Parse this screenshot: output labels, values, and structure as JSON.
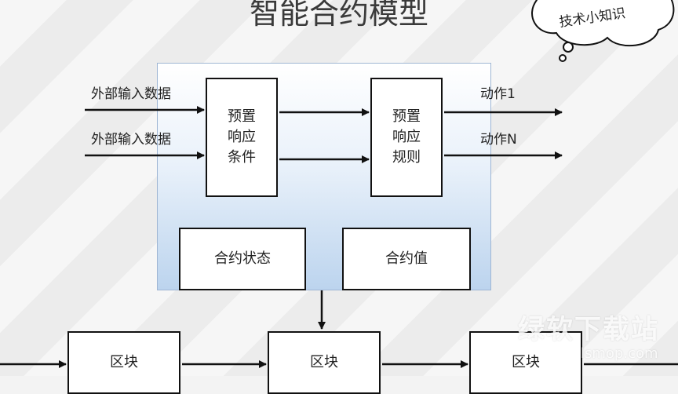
{
  "title": "智能合约模型",
  "note": {
    "text": "技术小知识"
  },
  "inputs": [
    {
      "label": "外部输入数据"
    },
    {
      "label": "外部输入数据"
    }
  ],
  "condition_box": {
    "lines": [
      "预置",
      "响应",
      "条件"
    ]
  },
  "rule_box": {
    "lines": [
      "预置",
      "响应",
      "规则"
    ]
  },
  "outputs": [
    {
      "label": "动作1"
    },
    {
      "label": "动作N"
    }
  ],
  "state_box": {
    "label": "合约状态"
  },
  "value_box": {
    "label": "合约值"
  },
  "blocks": [
    {
      "label": "区块"
    },
    {
      "label": "区块"
    },
    {
      "label": "区块"
    }
  ],
  "watermark": {
    "name": "绿软下载站",
    "url": "lsmop.com"
  },
  "colors": {
    "contract_top": "#ffffff",
    "contract_bottom": "#bcd4ee",
    "line": "#111111"
  }
}
